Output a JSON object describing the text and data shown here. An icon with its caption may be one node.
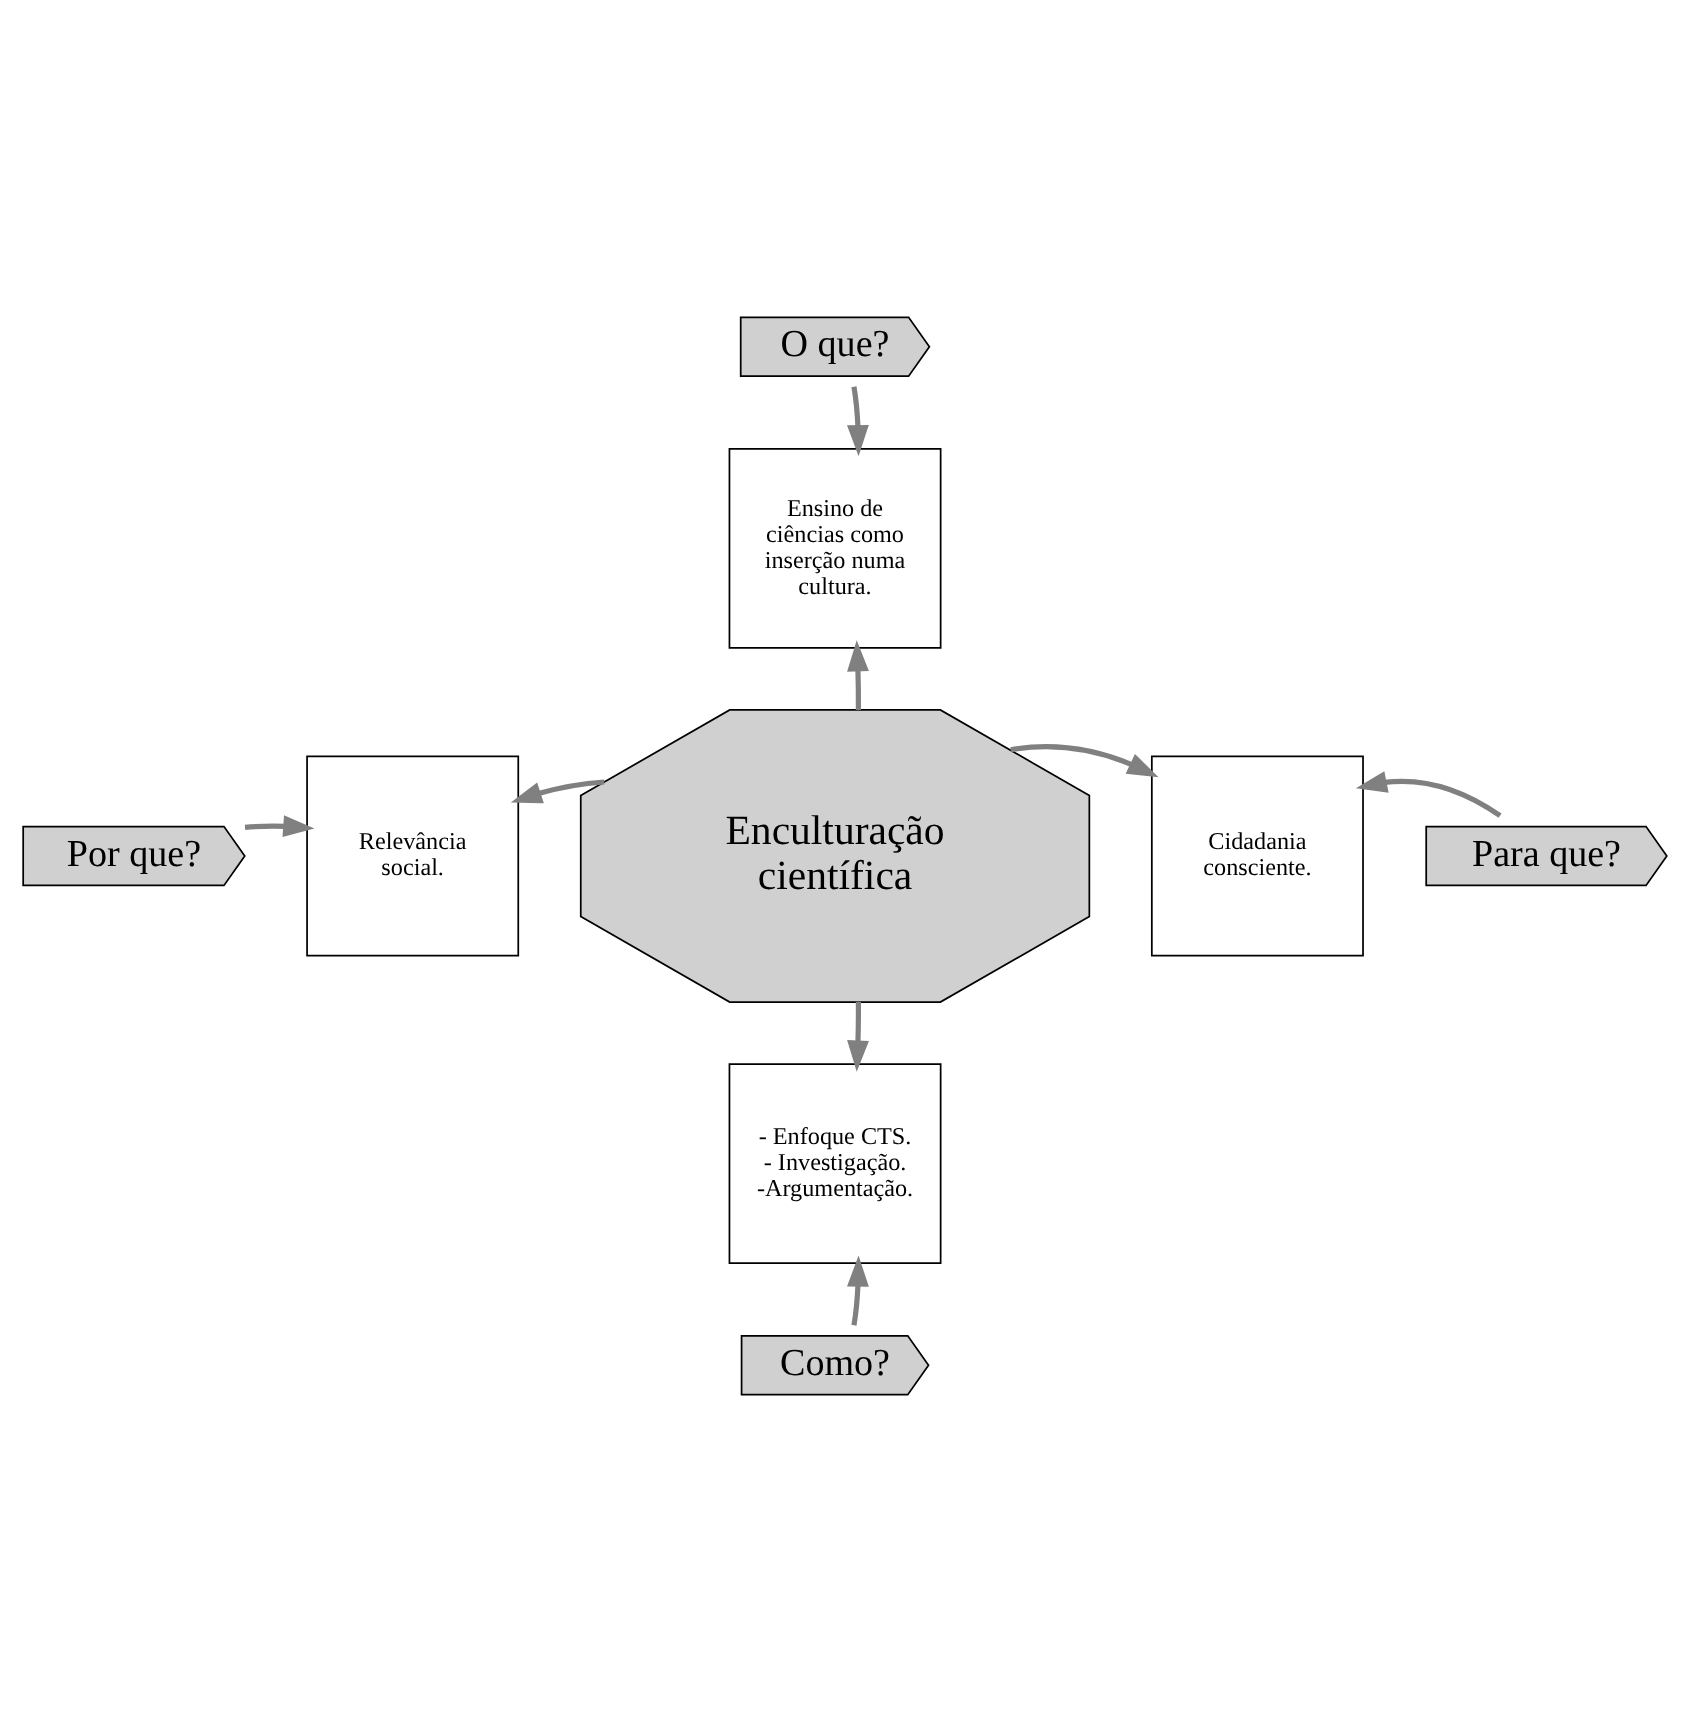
{
  "diagram": {
    "nodes": [
      {
        "text": [
          "O que?"
        ]
      },
      {
        "text": [
          "Ensino de ciências como inserção numa cultura."
        ]
      },
      {
        "text": [
          "Por que?"
        ]
      },
      {
        "text": [
          "Relevância social."
        ]
      },
      {
        "text": [
          "Enculturação científica"
        ]
      },
      {
        "text": [
          "Cidadania consciente."
        ]
      },
      {
        "text": [
          "Para que?"
        ]
      },
      {
        "text": [
          "- Enfoque CTS. - Investigação. -Argumentação."
        ]
      },
      {
        "text": [
          "Como?"
        ]
      }
    ],
    "edges": [
      {
        "from": 0,
        "to": 1,
        "arrow": "to"
      },
      {
        "from": 2,
        "to": 3,
        "arrow": "to"
      },
      {
        "from": 6,
        "to": 5,
        "arrow": "to"
      },
      {
        "from": 8,
        "to": 7,
        "arrow": "to"
      },
      {
        "from": 4,
        "to": 1,
        "arrow": "to"
      },
      {
        "from": 4,
        "to": 3,
        "arrow": "to"
      },
      {
        "from": 4,
        "to": 5,
        "arrow": "to"
      },
      {
        "from": 4,
        "to": 7,
        "arrow": "to"
      }
    ]
  }
}
